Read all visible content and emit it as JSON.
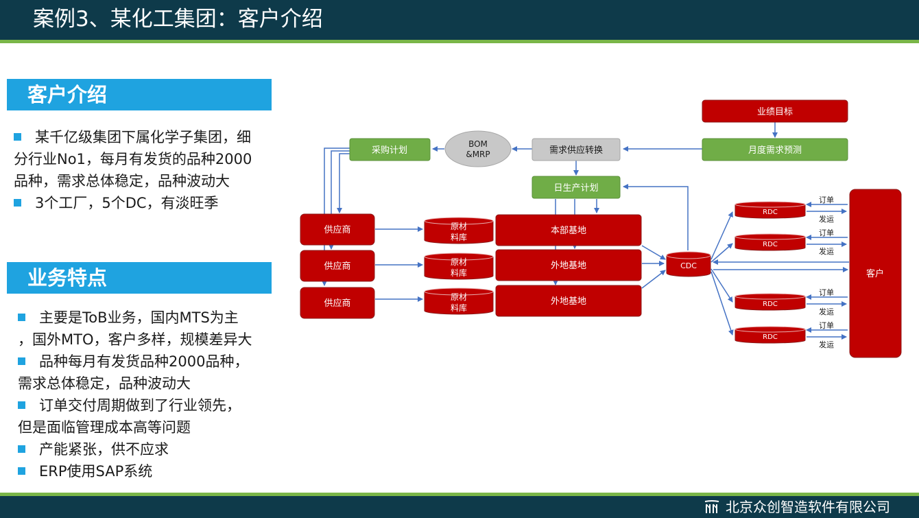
{
  "header": {
    "title": "案例3、某化工集团：客户介绍"
  },
  "intro": {
    "heading": "客户介绍",
    "lines": [
      {
        "bullet": true,
        "text": "某千亿级集团下属化学子集团，细"
      },
      {
        "bullet": false,
        "text": "分行业No1，每月有发货的品种2000"
      },
      {
        "bullet": false,
        "text": "品种，需求总体稳定，品种波动大"
      },
      {
        "bullet": true,
        "text": "3个工厂，5个DC，有淡旺季"
      }
    ]
  },
  "features": {
    "heading": "业务特点",
    "lines": [
      {
        "bullet": true,
        "text": "主要是ToB业务，国内MTS为主"
      },
      {
        "bullet": false,
        "text": "，国外MTO，客户多样，规模差异大"
      },
      {
        "bullet": true,
        "text": "品种每月有发货品种2000品种，"
      },
      {
        "bullet": false,
        "text": "需求总体稳定，品种波动大"
      },
      {
        "bullet": true,
        "text": "订单交付周期做到了行业领先，"
      },
      {
        "bullet": false,
        "text": "但是面临管理成本高等问题"
      },
      {
        "bullet": true,
        "text": "产能紧张，供不应求"
      },
      {
        "bullet": true,
        "text": "ERP使用SAP系统"
      }
    ]
  },
  "diagram": {
    "performance_target": "业绩目标",
    "monthly_forecast": "月度需求预测",
    "demand_supply": "需求供应转换",
    "bom_mrp": [
      "BOM",
      "&MRP"
    ],
    "purchase_plan": "采购计划",
    "daily_plan": "日生产计划",
    "suppliers": [
      "供应商",
      "供应商",
      "供应商"
    ],
    "warehouses": [
      [
        "原材",
        "料库"
      ],
      [
        "原材",
        "料库"
      ],
      [
        "原材",
        "料库"
      ]
    ],
    "bases": [
      "本部基地",
      "外地基地",
      "外地基地"
    ],
    "cdc": "CDC",
    "rdcs": [
      "RDC",
      "RDC",
      "RDC",
      "RDC"
    ],
    "order_label": "订单",
    "ship_label": "发运",
    "customer": "客户"
  },
  "footer": {
    "company": "北京众创智造软件有限公司"
  },
  "colors": {
    "red": "#c00000",
    "green": "#70ad47",
    "gray": "#c8c8c8",
    "blue_arrow": "#4472c4",
    "accent": "#1fa3e0",
    "navy": "#0e3a4a"
  }
}
